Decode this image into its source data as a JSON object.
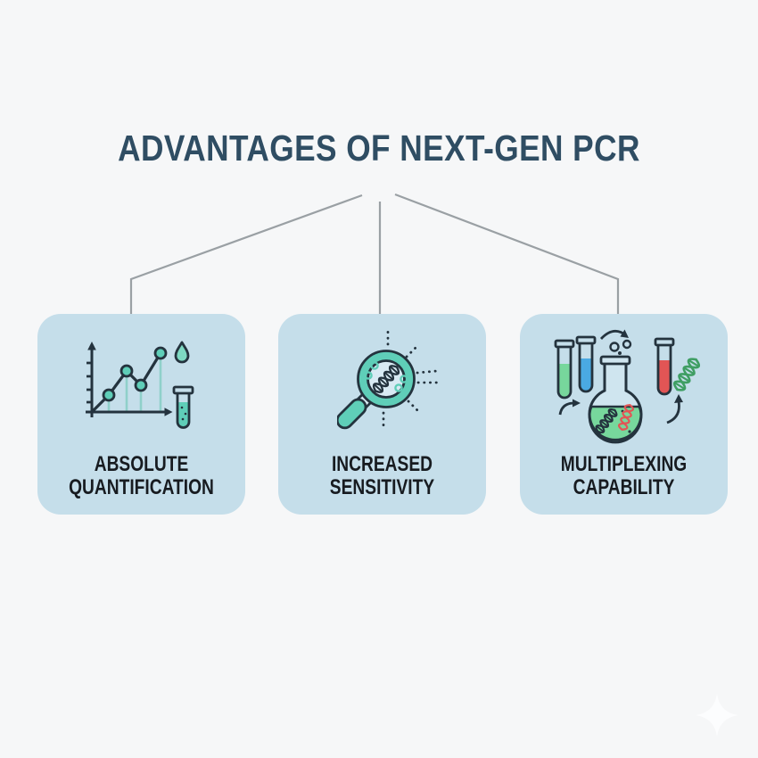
{
  "title": "ADVANTAGES OF NEXT-GEN PCR",
  "cards": [
    {
      "id": "absolute-quantification",
      "label": "ABSOLUTE\nQUANTIFICATION",
      "icon": "growth-chart-droplet-test-tube-icon"
    },
    {
      "id": "increased-sensitivity",
      "label": "INCREASED\nSENSITIVITY",
      "icon": "magnifier-over-dna-icon"
    },
    {
      "id": "multiplexing-capability",
      "label": "MULTIPLEXING\nCAPABILITY",
      "icon": "flask-test-tubes-dna-icon"
    }
  ],
  "decorations": {
    "connector": "three-branch-tree-lines",
    "sparkle": "four-pointed-star-watermark"
  },
  "theme": {
    "background": "#f6f7f8",
    "card_background": "#c5deea",
    "title_color": "#2f4d63",
    "label_color": "#171b20",
    "connector_color": "#9aa0a4",
    "ink": "#24333e",
    "teal": "#5fceb8",
    "teal_pale": "#8fd0ca",
    "teal_light": "#7ed9c2",
    "magnifier_inner": "#d8eaf3",
    "flask_inner": "#cfe5ef",
    "green": "#77d79c",
    "green_dark": "#3f9e63",
    "blue": "#4aa9e2",
    "red": "#e25555",
    "sparkle": "#fdfdfe"
  }
}
